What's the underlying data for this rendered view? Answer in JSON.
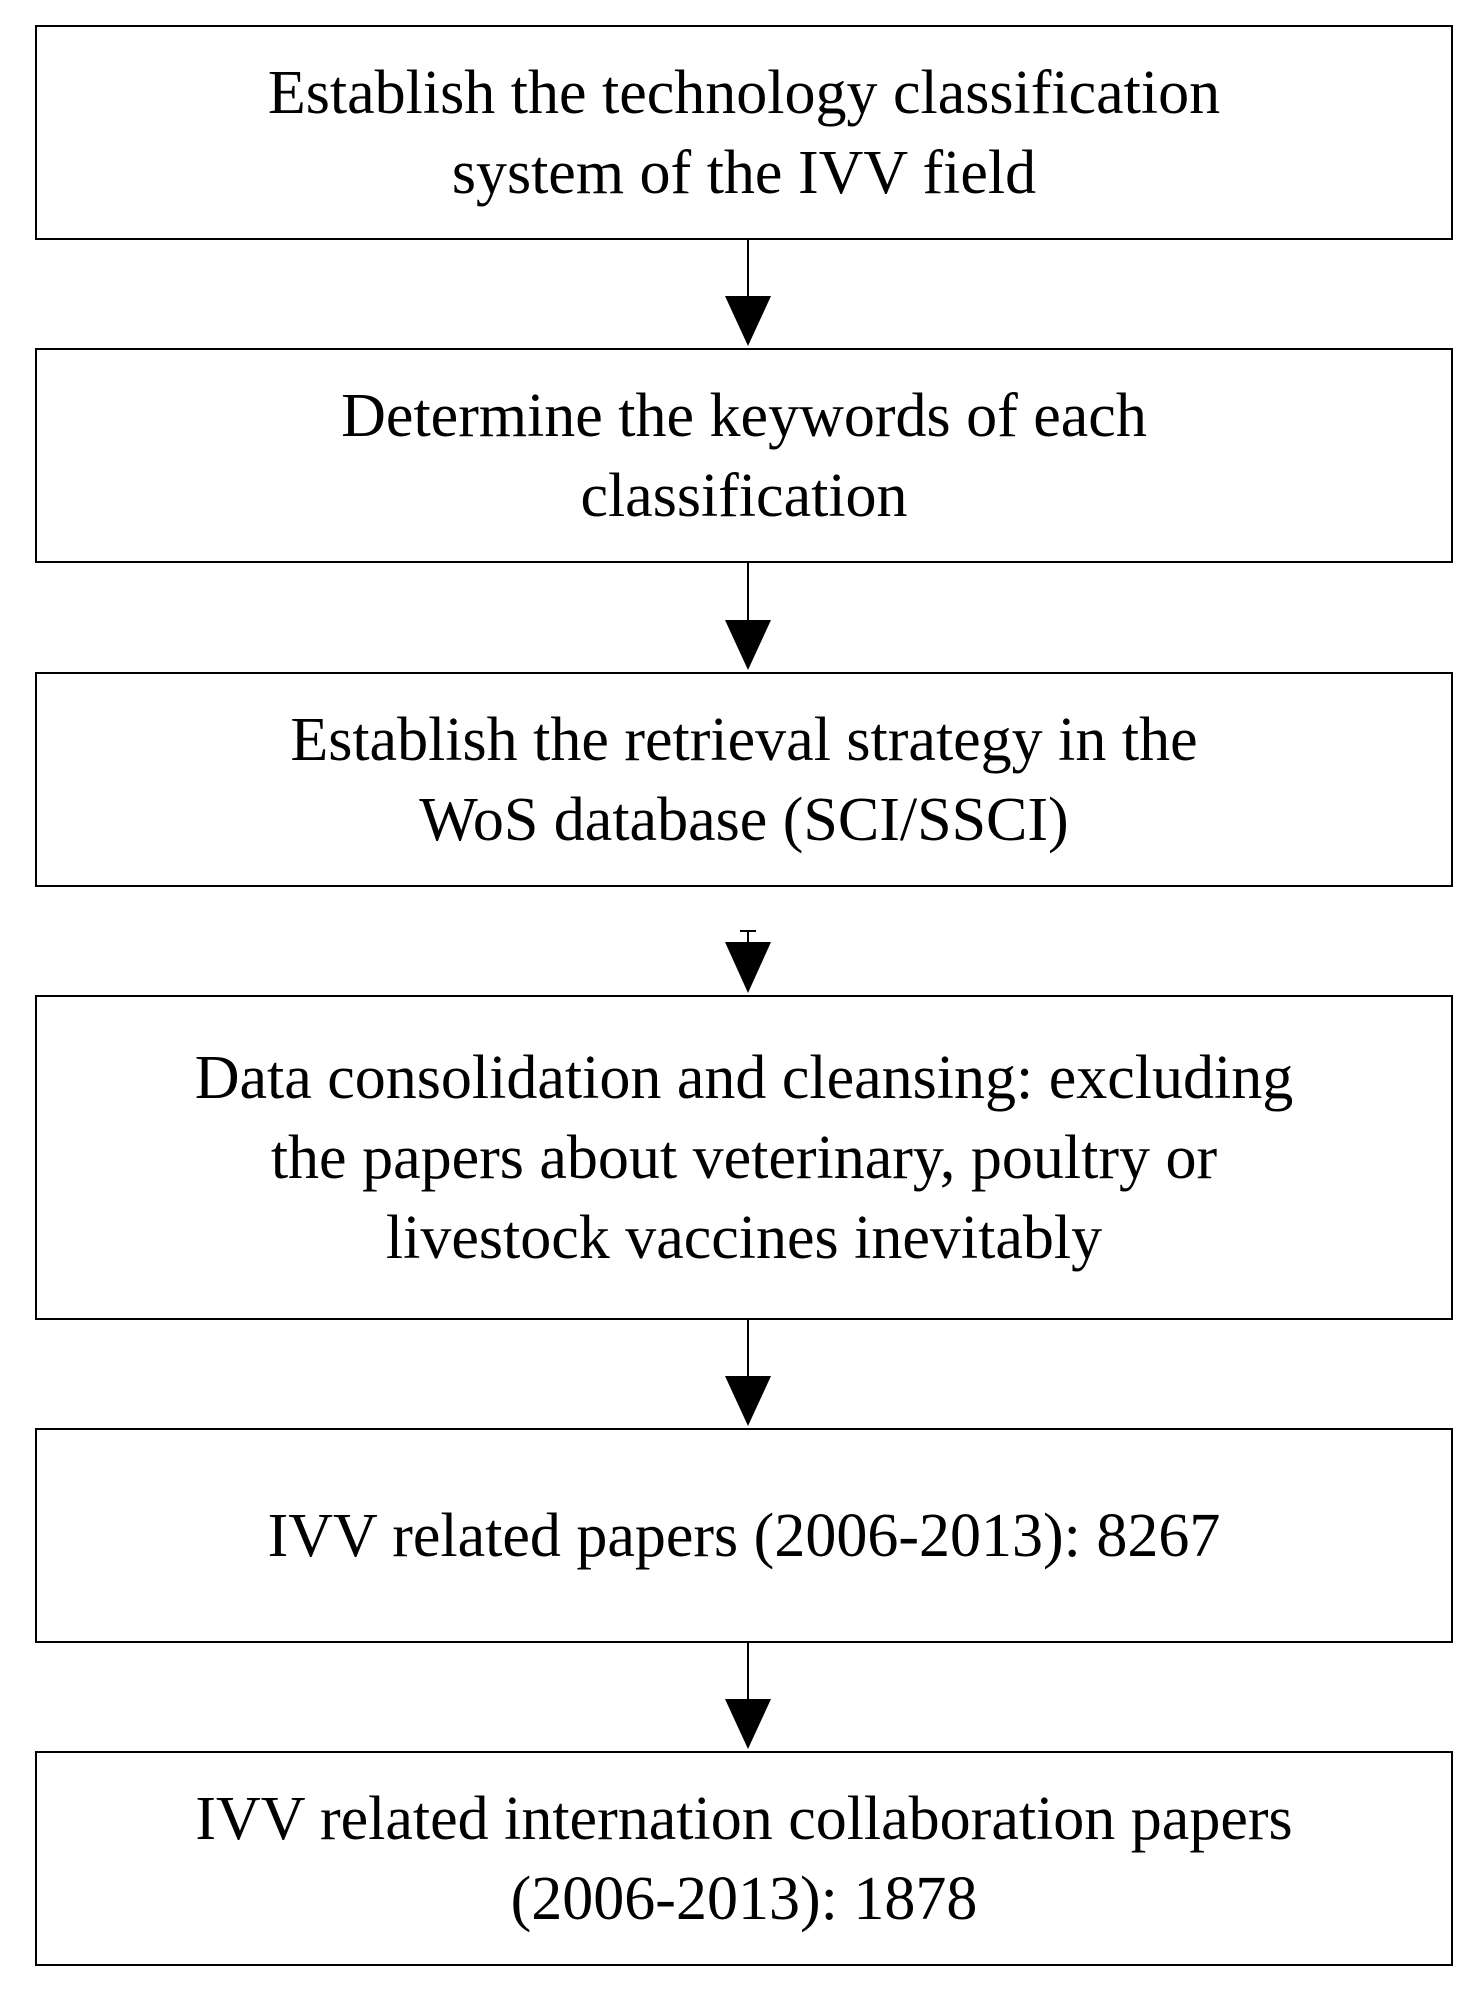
{
  "flowchart": {
    "steps": [
      {
        "id": "step-1",
        "text": "Establish the technology classification\nsystem of the IVV field"
      },
      {
        "id": "step-2",
        "text": "Determine the keywords of each\nclassification"
      },
      {
        "id": "step-3",
        "text": "Establish the retrieval strategy in the\nWoS database (SCI/SSCI)"
      },
      {
        "id": "step-4",
        "text": "Data consolidation and cleansing: excluding\nthe  papers about veterinary, poultry or\nlivestock vaccines inevitably"
      },
      {
        "id": "step-5",
        "text": "IVV related papers (2006-2013): 8267"
      },
      {
        "id": "step-6",
        "text": "IVV related internation collaboration papers\n(2006-2013): 1878"
      }
    ],
    "colors": {
      "border": "#000000",
      "text": "#000000",
      "background": "#ffffff"
    }
  }
}
